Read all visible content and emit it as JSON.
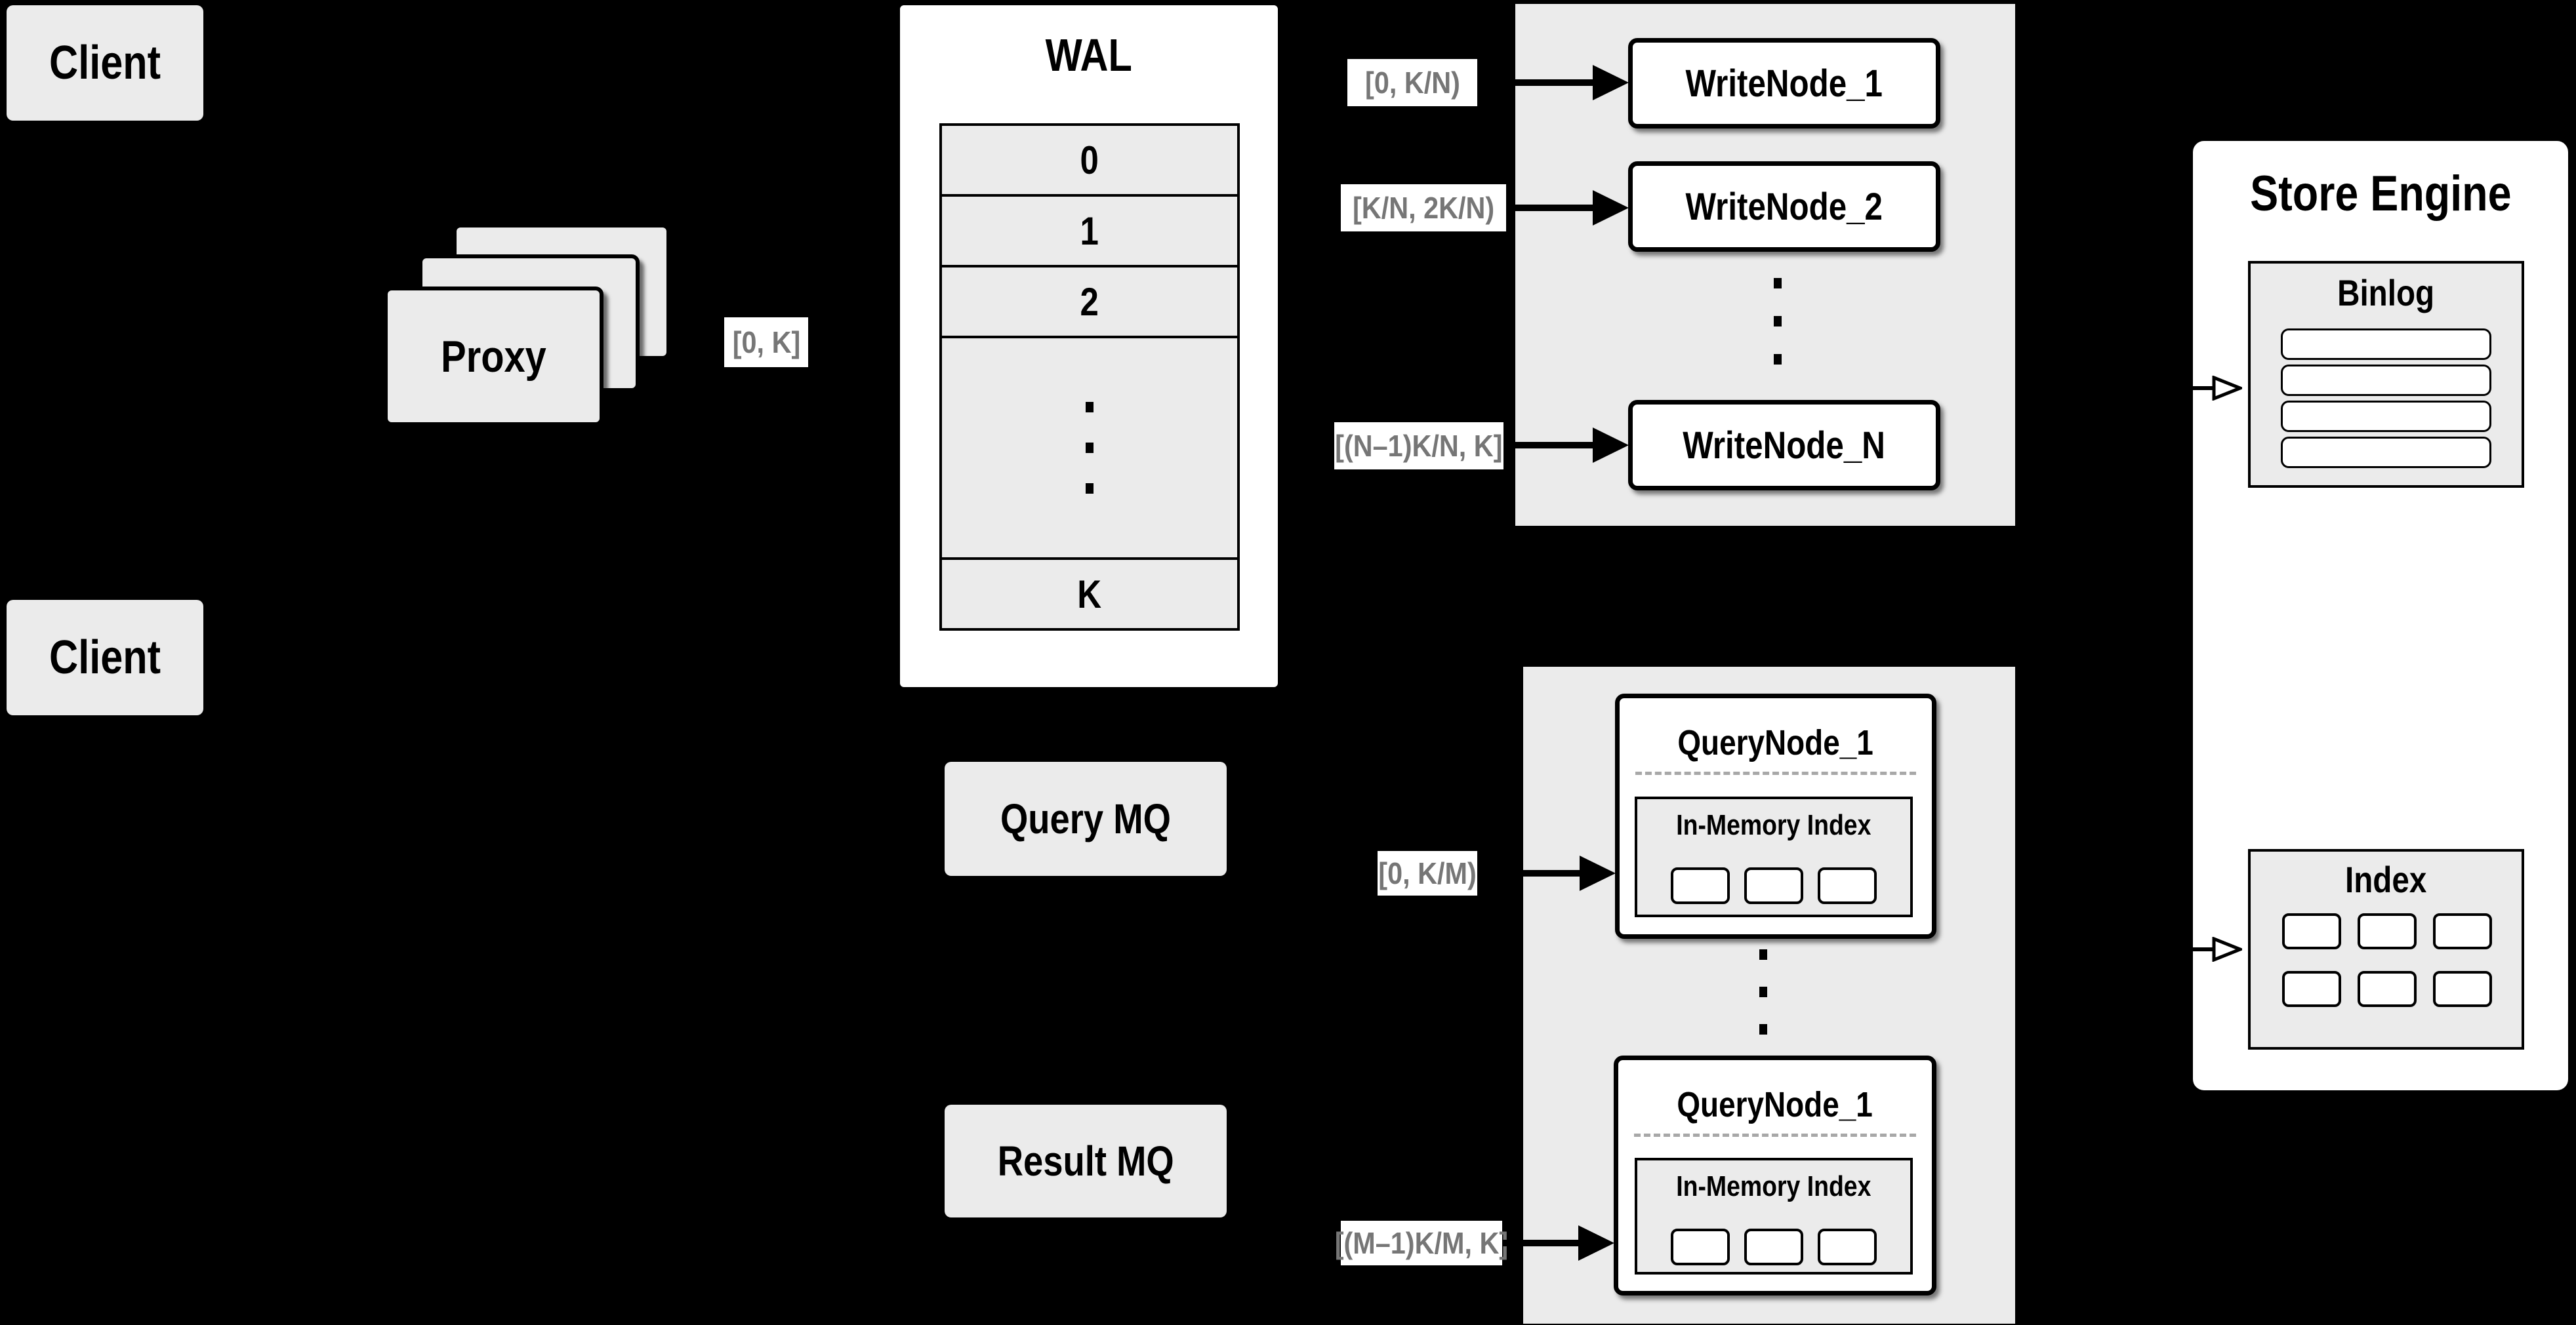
{
  "colors": {
    "background": "#000000",
    "panel_gray": "#ebebeb",
    "node_white": "#ffffff",
    "outline_black": "#000000",
    "range_label_text": "#767676"
  },
  "clients": {
    "top": {
      "label": "Client"
    },
    "bottom": {
      "label": "Client"
    }
  },
  "proxy": {
    "label": "Proxy"
  },
  "wal": {
    "title": "WAL",
    "rows": [
      "0",
      "1",
      "2",
      "K"
    ]
  },
  "range_labels": {
    "proxy_out": "[0, K]",
    "write_node_1": "[0, K/N)",
    "write_node_2": "[K/N, 2K/N)",
    "write_node_n": "[(N–1)K/N, K]",
    "query_node_top": "[0, K/M)",
    "query_node_bottom": "[(M–1)K/M, K]"
  },
  "write_group": {
    "nodes": [
      "WriteNode_1",
      "WriteNode_2",
      "WriteNode_N"
    ]
  },
  "query_group": {
    "top": {
      "title": "QueryNode_1",
      "inner_title": "In-Memory Index"
    },
    "bottom": {
      "title": "QueryNode_1",
      "inner_title": "In-Memory Index"
    }
  },
  "mq": {
    "query": "Query MQ",
    "result": "Result MQ"
  },
  "store_engine": {
    "title": "Store Engine",
    "binlog": "Binlog",
    "index": "Index"
  }
}
